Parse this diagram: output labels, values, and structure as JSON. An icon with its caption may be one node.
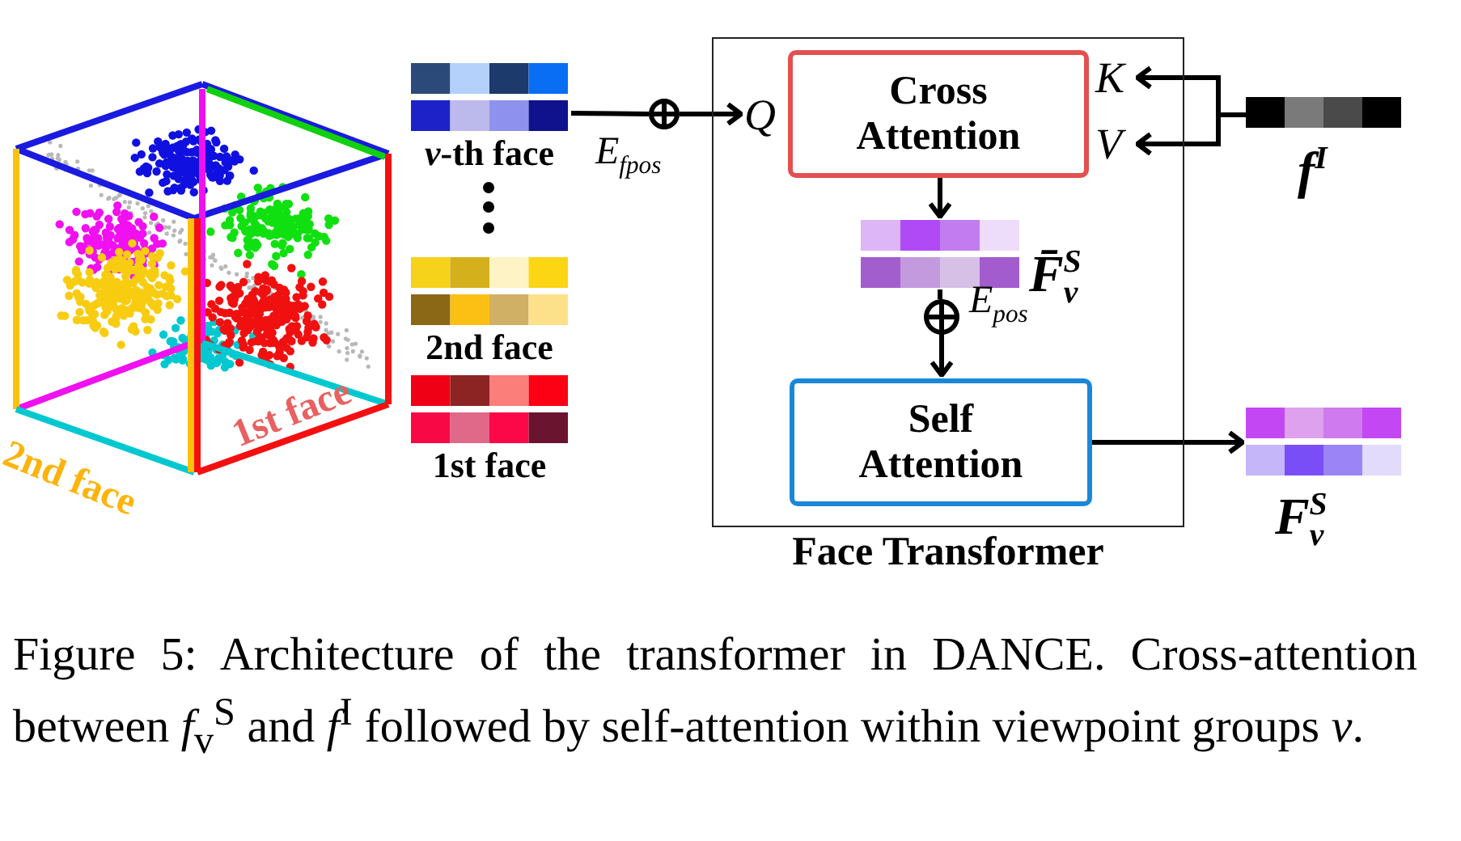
{
  "diagram": {
    "caption": "Figure 5: Architecture of the transformer in DANCE. Cross-attention between *f*$_{v}$$^{S}$ and *f*$^{I}$ followed by self-attention within viewpoint groups *v*.",
    "nodes": [
      {
        "text": [],
        "shape": "picture"
      },
      {
        "text": [
          "*v*-th face"
        ]
      },
      {
        "text": [
          "2nd face"
        ]
      },
      {
        "text": [
          "1st face"
        ]
      },
      {
        "text": [],
        "shape": "circle",
        "beside": [
          "E$_{fpos}$"
        ]
      },
      {
        "text": [
          "Face Transformer"
        ]
      },
      {
        "text": [
          "Cross Attention"
        ],
        "in": 5
      },
      {
        "text": [
          "F̄$_{v}$$^{S}$"
        ],
        "in": 5
      },
      {
        "text": [],
        "shape": "circle",
        "beside": [
          "E$_{pos}$"
        ],
        "in": 5
      },
      {
        "text": [
          "Self Attention"
        ],
        "in": 5
      },
      {
        "text": [
          "f$^{I}$"
        ]
      },
      {
        "text": [
          "F$_{v}$$^{S}$"
        ]
      }
    ],
    "edges": [
      {
        "from": 1,
        "to": 4,
        "arrow": "none"
      },
      {
        "from": 4,
        "to": 6,
        "arrow": "to",
        "label": "Q"
      },
      {
        "from": 10,
        "to": 6,
        "arrow": "to",
        "label": "K"
      },
      {
        "from": 10,
        "to": 6,
        "arrow": "to",
        "label": "V"
      },
      {
        "from": 6,
        "to": 7,
        "arrow": "to"
      },
      {
        "from": 7,
        "to": 8,
        "arrow": "none"
      },
      {
        "from": 8,
        "to": 9,
        "arrow": "to"
      },
      {
        "from": 9,
        "to": 11,
        "arrow": "to"
      }
    ],
    "labels": [
      "2nd face",
      "1st face"
    ]
  }
}
